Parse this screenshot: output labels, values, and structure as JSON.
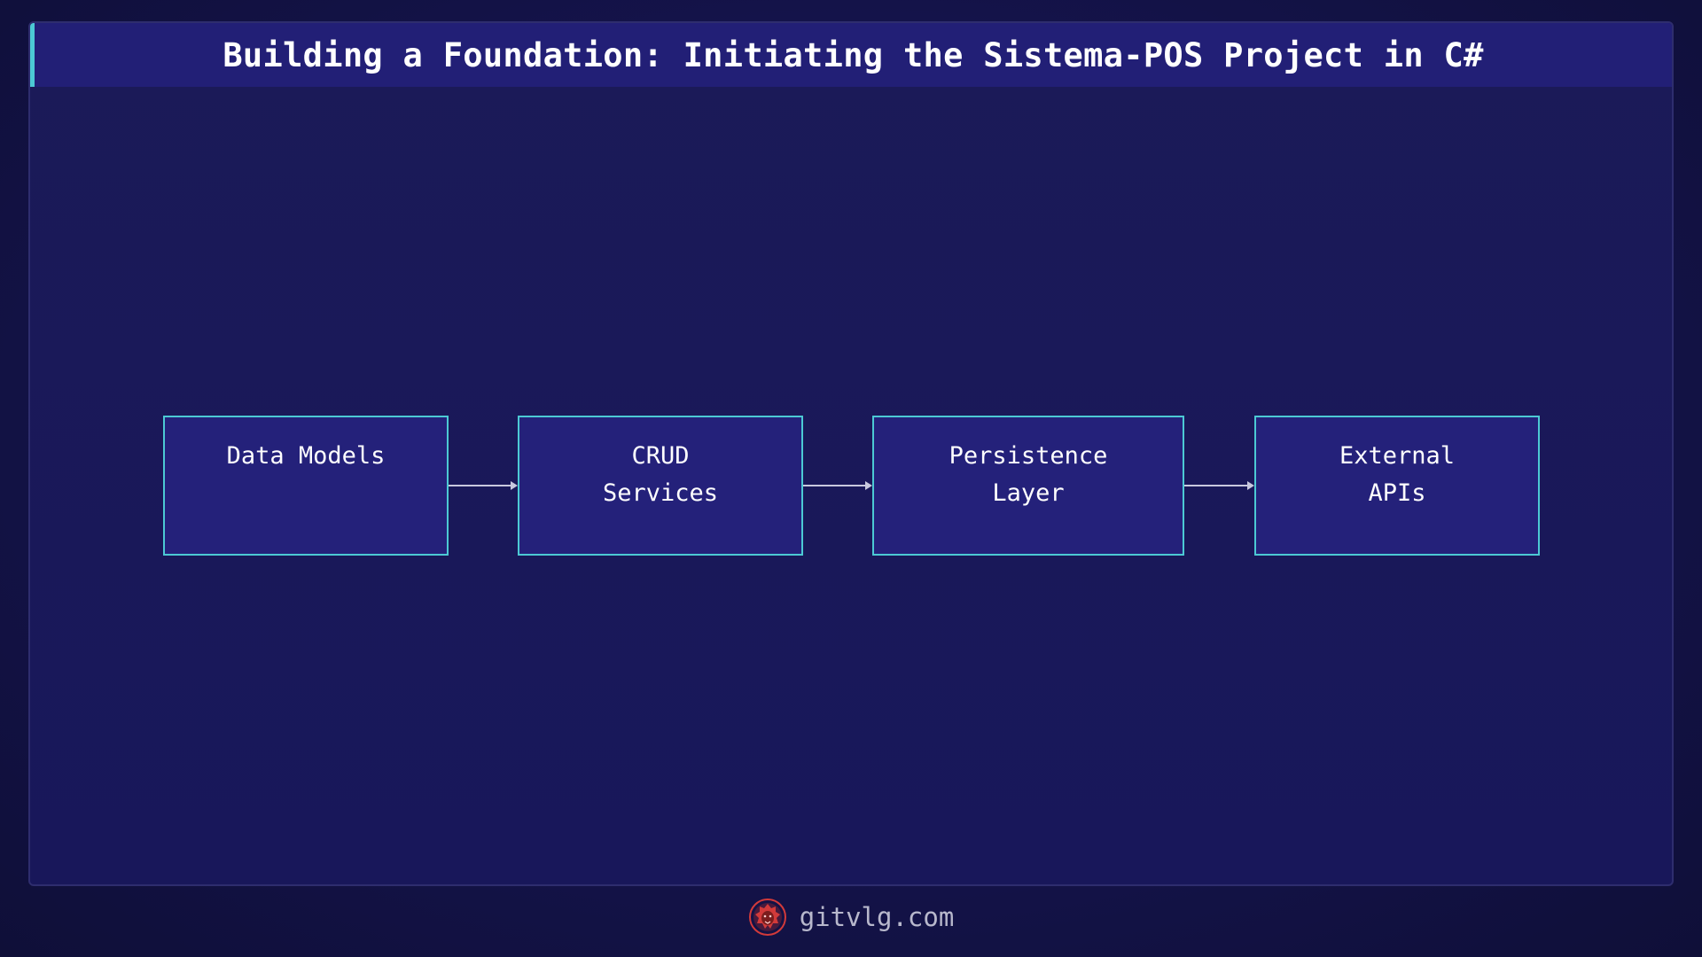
{
  "header": {
    "title": "Building a Foundation: Initiating the Sistema-POS Project in C#"
  },
  "diagram": {
    "nodes": [
      {
        "lines": [
          "Data Models"
        ]
      },
      {
        "lines": [
          "CRUD",
          "Services"
        ]
      },
      {
        "lines": [
          "Persistence",
          "Layer"
        ]
      },
      {
        "lines": [
          "External",
          "APIs"
        ]
      }
    ],
    "edges": [
      {
        "from": 0,
        "to": 1
      },
      {
        "from": 1,
        "to": 2
      },
      {
        "from": 2,
        "to": 3
      }
    ]
  },
  "footer": {
    "logo_icon": "lion-head-icon",
    "site": "gitvlg.com"
  },
  "colors": {
    "background": "#14134a",
    "title_bar": "#221f76",
    "accent": "#4cc9d4",
    "node_fill": "#24217a",
    "arrow": "#c8c8de",
    "logo": "#d23a3a"
  }
}
